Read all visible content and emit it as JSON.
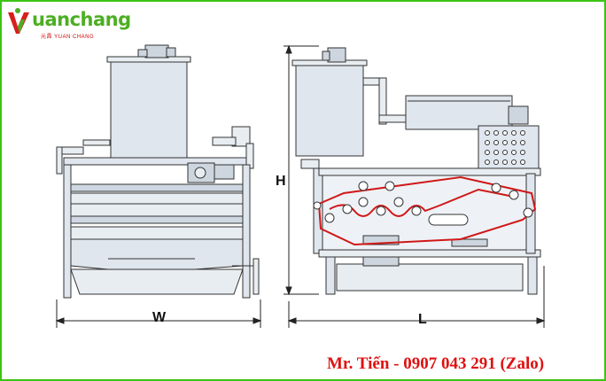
{
  "logo": {
    "word": "uanchang",
    "sub": "元昌 YUAN  CHANG"
  },
  "dimensions": {
    "width_label": "W",
    "height_label": "H",
    "length_label": "L"
  },
  "contact": {
    "text": "Mr. Tiến - 0907 043 291 (Zalo)"
  },
  "colors": {
    "border": "#3cc414",
    "brand_green": "#4caf22",
    "brand_red": "#d81e1e",
    "machine_fill": "#dfe6ee",
    "belt": "#d01818"
  }
}
